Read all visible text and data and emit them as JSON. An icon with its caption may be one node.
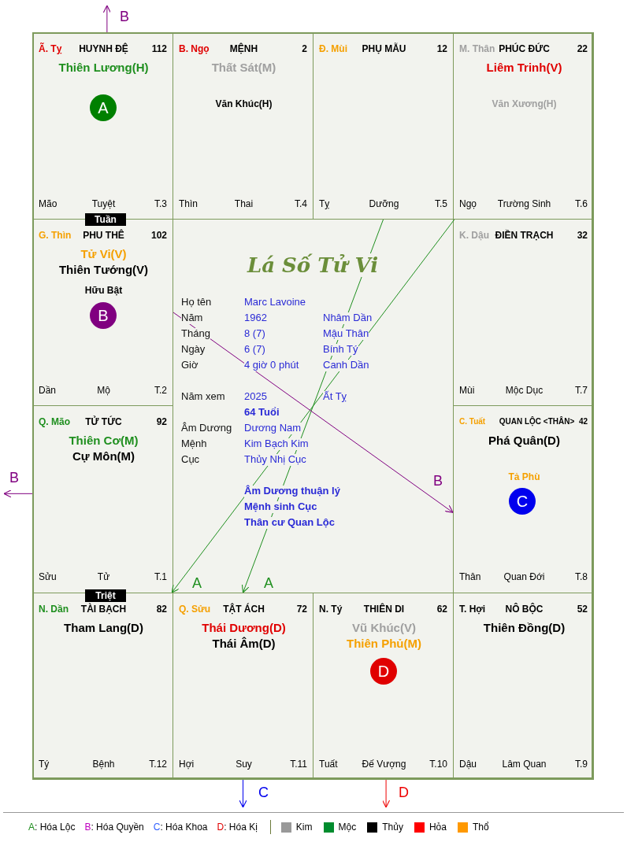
{
  "diagram": {
    "title": "Lá Số Tử Vi",
    "nodes": [
      {
        "text": [
          "Ã. Tỵ",
          "HUYNH ĐỆ",
          "112",
          "Thiên Lương(H)",
          "Mão",
          "Tuyệt",
          "T.3"
        ]
      },
      {
        "text": [
          "A"
        ],
        "in": 0
      },
      {
        "text": [
          "B. Ngọ",
          "MỆNH",
          "2",
          "Thất Sát(M)",
          "Văn Khúc(H)",
          "Thìn",
          "Thai",
          "T.4"
        ]
      },
      {
        "text": [
          "Đ. Mùi",
          "PHỤ MẪU",
          "12",
          "Tỵ",
          "Dưỡng",
          "T.5"
        ]
      },
      {
        "text": [
          "M. Thân",
          "PHÚC ĐỨC",
          "22",
          "Liêm Trinh(V)",
          "Văn Xương(H)",
          "Ngọ",
          "Trường Sinh",
          "T.6"
        ]
      },
      {
        "text": [
          "Tuần"
        ]
      },
      {
        "text": [
          "G. Thìn",
          "PHU THÊ",
          "102",
          "Tử Vi(V)",
          "Thiên Tướng(V)",
          "Hữu Bật",
          "Dần",
          "Mộ",
          "T.2"
        ]
      },
      {
        "text": [
          "B"
        ],
        "in": 6
      },
      {
        "text": [
          "K. Dậu",
          "ĐIỀN TRẠCH",
          "32",
          "Mùi",
          "Mộc Dục",
          "T.7"
        ]
      },
      {
        "text": [
          "Q. Mão",
          "TỬ TỨC",
          "92",
          "Thiên Cơ(M)",
          "Cự Môn(M)",
          "Sửu",
          "Tử",
          "T.1"
        ]
      },
      {
        "text": [
          "C. Tuất",
          "QUAN LỘC <THÂN>",
          "42",
          "Phá Quân(D)",
          "Tả Phù",
          "Thân",
          "Quan Đới",
          "T.8"
        ]
      },
      {
        "text": [
          "C"
        ],
        "in": 10
      },
      {
        "text": [
          "Triệt"
        ]
      },
      {
        "text": [
          "N. Dần",
          "TÀI BẠCH",
          "82",
          "Tham Lang(D)",
          "Tý",
          "Bệnh",
          "T.12"
        ]
      },
      {
        "text": [
          "Q. Sửu",
          "TẬT ÁCH",
          "72",
          "Thái Dương(D)",
          "Thái Âm(D)",
          "Hợi",
          "Suy",
          "T.11"
        ]
      },
      {
        "text": [
          "N. Tý",
          "THIÊN DI",
          "62",
          "Vũ Khúc(V)",
          "Thiên Phủ(M)",
          "Tuất",
          "Đế Vượng",
          "T.10"
        ]
      },
      {
        "text": [
          "D"
        ],
        "in": 15
      },
      {
        "text": [
          "T. Hợi",
          "NÔ BỘC",
          "52",
          "Thiên Đồng(D)",
          "Dậu",
          "Lâm Quan",
          "T.9"
        ]
      }
    ],
    "edges": [
      {
        "from": 0,
        "to": null,
        "arrow": "to",
        "label": "B",
        "color": "#800080"
      },
      {
        "from": 4,
        "to": 13,
        "arrow": "to",
        "label": "A",
        "color": "#1f8f1f"
      },
      {
        "from": 3,
        "to": 14,
        "arrow": "to",
        "label": "A",
        "color": "#1f8f1f"
      },
      {
        "from": 6,
        "to": 10,
        "arrow": "to",
        "label": "B",
        "color": "#800080"
      },
      {
        "from": 9,
        "to": null,
        "arrow": "to",
        "label": "B",
        "color": "#800080"
      },
      {
        "from": 14,
        "to": null,
        "arrow": "to",
        "label": "C",
        "color": "#0000ee"
      },
      {
        "from": 15,
        "to": null,
        "arrow": "to",
        "label": "D",
        "color": "#ee0000"
      }
    ],
    "labels": [
      "Họ tên",
      "Marc Lavoine",
      "Năm",
      "1962",
      "Nhâm Dần",
      "Tháng",
      "8  (7)",
      "Mậu Thân",
      "Ngày",
      "6  (7)",
      "Bính Tý",
      "Giờ",
      "4 giờ 0 phút",
      "Canh Dần",
      "Năm xem",
      "2025",
      "Ất Tỵ",
      "64 Tuổi",
      "Âm Dương",
      "Dương Nam",
      "Mệnh",
      "Kim Bạch Kim",
      "Cục",
      "Thủy Nhị Cục",
      "Âm Dương thuận lý",
      "Mệnh sinh Cục",
      "Thân cư Quan Lộc"
    ],
    "legend": [
      {
        "text": "A: Hóa Lộc"
      },
      {
        "text": "B: Hóa Quyền"
      },
      {
        "text": "C: Hóa Khoa"
      },
      {
        "text": "D: Hóa Kị"
      },
      {
        "text": "Kim",
        "color": "#999999"
      },
      {
        "text": "Mộc",
        "color": "#008c2e"
      },
      {
        "text": "Thủy",
        "color": "#000000"
      },
      {
        "text": "Hỏa",
        "color": "#ff0000"
      },
      {
        "text": "Thổ",
        "color": "#ff9900"
      }
    ]
  }
}
